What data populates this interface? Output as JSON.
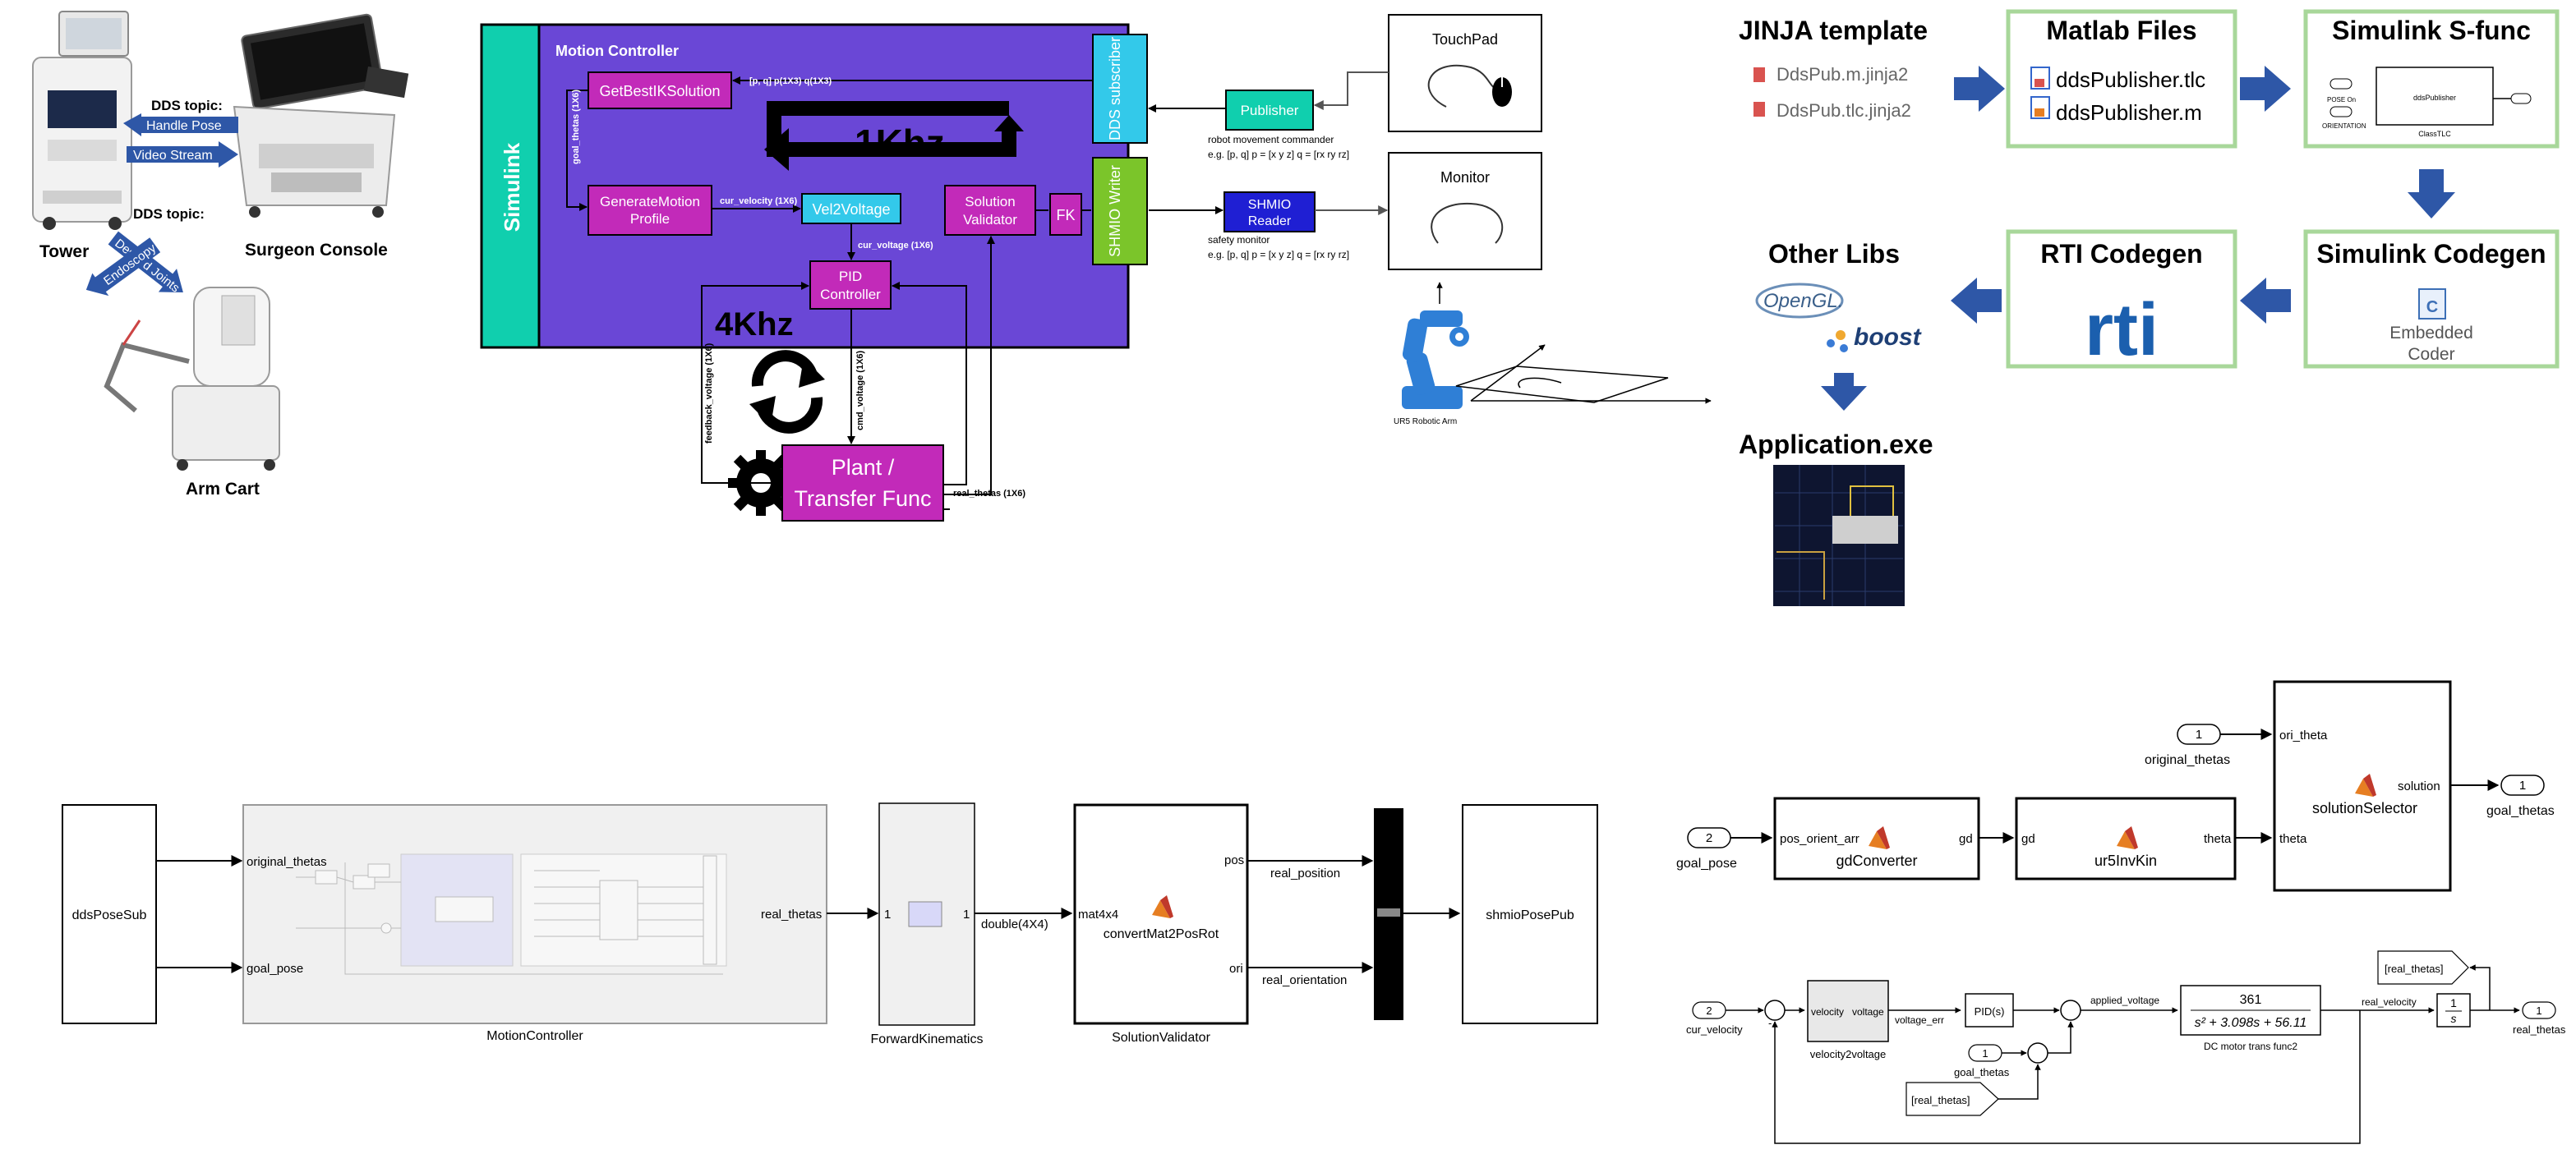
{
  "colors": {
    "purple": "#6a47d6",
    "teal": "#10cfae",
    "magenta": "#c22ab9",
    "cyan": "#33c9ea",
    "green": "#7bc52a",
    "navy": "#1f1fd3",
    "arrow_blue": "#2e57a7",
    "box_green": "#a8d79a",
    "black": "#000000"
  },
  "system": {
    "dds_topic_1": "DDS topic:",
    "handle_pose": "Handle Pose",
    "video_stream": "Video Stream",
    "dds_topic_2": "DDS topic:",
    "desired_joints": "Desired Joints",
    "endoscopy": "Endoscopy",
    "tower": "Tower",
    "surgeon_console": "Surgeon Console",
    "arm_cart": "Arm Cart"
  },
  "controller": {
    "simulink": "Simulink",
    "title": "Motion Controller",
    "getbest": "GetBestIKSolution",
    "genmotion_1": "GenerateMotion",
    "genmotion_2": "Profile",
    "vel2voltage": "Vel2Voltage",
    "solval_1": "Solution",
    "solval_2": "Validator",
    "fk": "FK",
    "pid_1": "PID",
    "pid_2": "Controller",
    "dds_subscriber": "DDS subscriber",
    "shmio_writer": "SHMIO Writer",
    "freq_1k": "1Khz",
    "freq_4k": "4Khz",
    "sig_pq": "[p, q]  p(1X3) q(1X3)",
    "sig_goal_thetas": "goal_thetas (1X6)",
    "sig_cur_velocity": "cur_velocity (1X6)",
    "sig_cur_voltage": "cur_voltage (1X6)",
    "sig_feedback_voltage": "feedback_voltage (1X6)",
    "sig_cmd_voltage": "cmd_voltage (1X6)",
    "sig_real_thetas": "real_thetas (1X6)",
    "plant_1": "Plant /",
    "plant_2": "Transfer Func"
  },
  "io": {
    "publisher": "Publisher",
    "pub_desc_1": "robot movement commander",
    "pub_desc_2": "e.g. [p, q] p = [x y z] q = [rx ry rz]",
    "shmio_reader_1": "SHMIO",
    "shmio_reader_2": "Reader",
    "reader_desc_1": "safety monitor",
    "reader_desc_2": "e.g. [p, q] p = [x y z] q = [rx ry rz]",
    "touchpad": "TouchPad",
    "monitor": "Monitor",
    "ur5_label": "UR5 Robotic Arm"
  },
  "pipeline": {
    "jinja_title": "JINJA template",
    "jinja_file_1": "DdsPub.m.jinja2",
    "jinja_file_2": "DdsPub.tlc.jinja2",
    "matlab_title": "Matlab Files",
    "matlab_file_1": "ddsPublisher.tlc",
    "matlab_file_2": "ddsPublisher.m",
    "sfunc_title": "Simulink S-func",
    "sfunc_in_1": "POSE On",
    "sfunc_in_2": "ORIENTATION",
    "sfunc_block": "ddsPublisher",
    "sfunc_sub": "ClassTLC",
    "codegen_title": "Simulink Codegen",
    "codegen_label_1": "Embedded",
    "codegen_label_2": "Coder",
    "rti_title": "RTI Codegen",
    "rti_logo": "rti",
    "otherlibs_title": "Other Libs",
    "opengl": "OpenGL.",
    "boost": "boost",
    "app_title": "Application.exe",
    "c_icon": "C"
  },
  "model": {
    "ddsposesub": "ddsPoseSub",
    "mc_in_1": "original_thetas",
    "mc_in_2": "goal_pose",
    "mc_out": "real_thetas",
    "mc_name": "MotionController",
    "fk_in": "1",
    "fk_out": "1",
    "fk_name": "ForwardKinematics",
    "double4x4": "double(4X4)",
    "conv_in": "mat4x4",
    "conv_name": "convertMat2PosRot",
    "conv_out_1": "pos",
    "conv_out_2": "ori",
    "sig_real_position": "real_position",
    "sig_real_orientation": "real_orientation",
    "sv_name": "SolutionValidator",
    "shmio": "shmioPosePub"
  },
  "ik": {
    "in1_num": "1",
    "in1_name": "original_thetas",
    "in2_num": "2",
    "in2_name": "goal_pose",
    "gd_in": "pos_orient_arr",
    "gd_out": "gd",
    "gd_name": "gdConverter",
    "ur5_in": "gd",
    "ur5_out": "theta",
    "ur5_name": "ur5InvKin",
    "sel_in_1": "ori_theta",
    "sel_in_2": "theta",
    "sel_out": "solution",
    "sel_name": "solutionSelector",
    "out_num": "1",
    "out_name": "goal_thetas"
  },
  "plant": {
    "in_num": "2",
    "in_name": "cur_velocity",
    "sum_sign": "-",
    "v2v_in": "velocity",
    "v2v_out": "voltage",
    "v2v_name": "velocity2voltage",
    "sig_voltage_err": "voltage_err",
    "pid": "PID(s)",
    "sig_applied": "applied_voltage",
    "goal_num": "1",
    "goal_name": "goal_thetas",
    "tf_num": "361",
    "tf_den": "s² + 3.098s + 56.11",
    "tf_name": "DC motor trans func2",
    "sig_real_velocity": "real_velocity",
    "int_num": "1",
    "int_den": "s",
    "out_num": "1",
    "out_name": "real_thetas",
    "goto_tag": "[real_thetas]",
    "from_tag": "[real_thetas]"
  }
}
